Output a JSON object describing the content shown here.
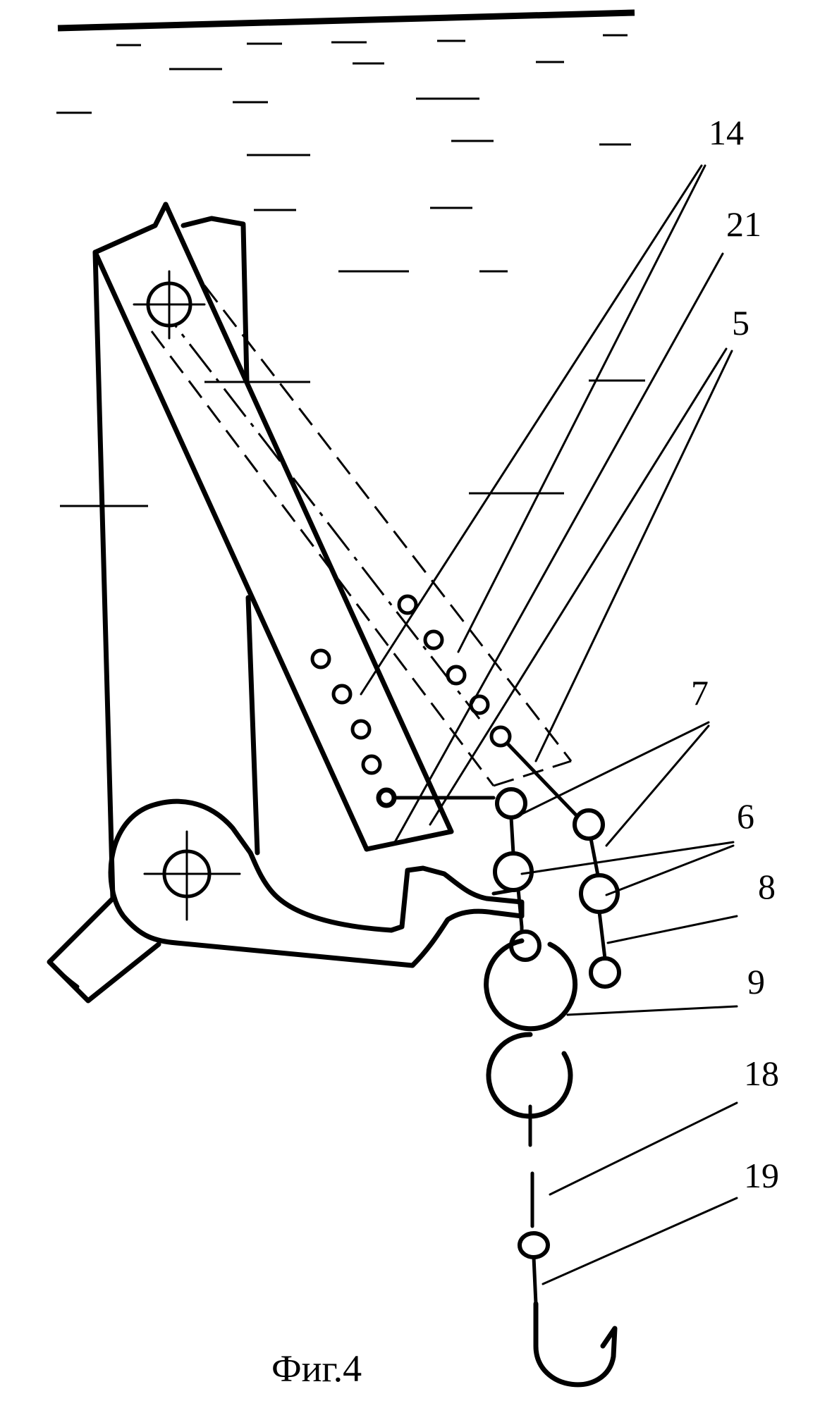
{
  "figure": {
    "caption": "Фиг.4",
    "labels": {
      "l14": "14",
      "l21": "21",
      "l5": "5",
      "l7": "7",
      "l6": "6",
      "l8": "8",
      "l9": "9",
      "l18": "18",
      "l19": "19"
    }
  }
}
